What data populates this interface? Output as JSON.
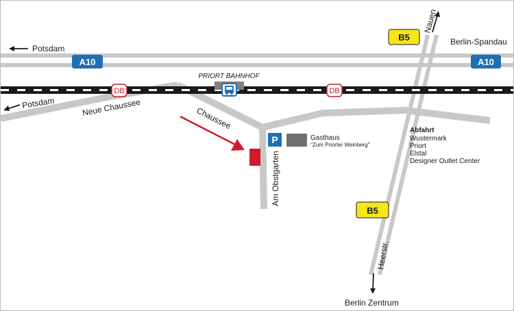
{
  "colors": {
    "road": "#c8c8c8",
    "autobahn_shield": "#1f6fb5",
    "bundesstrasse_shield": "#f5e61a",
    "rail": "#1a1a1a",
    "db_red": "#c8202f",
    "parking": "#1f6fb5",
    "destination": "#d2192b",
    "gasthaus": "#6f6f6f"
  },
  "shields": {
    "a10_left": "A10",
    "a10_right": "A10",
    "b5_top": "B5",
    "b5_bottom": "B5"
  },
  "db": {
    "left": "DB",
    "right": "DB"
  },
  "parking": "P",
  "labels": {
    "potsdam_top": "Potsdam",
    "potsdam_bottom": "Potsdam",
    "berlin_spandau": "Berlin-Spandau",
    "nauen": "Nauen",
    "station": "PRIORT BAHNHOF",
    "neue_chaussee": "Neue Chaussee",
    "chaussee": "Chaussee",
    "am_obstgarten": "Am Obstgarten",
    "heerstr": "Heerstr.",
    "berlin_zentrum": "Berlin Zentrum"
  },
  "gasthaus": {
    "name": "Gasthaus",
    "subtitle": "\"Zum Priorter Weinberg\""
  },
  "abfahrt": {
    "title": "Abfahrt",
    "items": [
      "Wustermark",
      "Priort",
      "Elstal",
      "Designer Outlet Center"
    ]
  },
  "icons": {
    "bus": "bus-icon",
    "arrow": "arrow-icon"
  }
}
